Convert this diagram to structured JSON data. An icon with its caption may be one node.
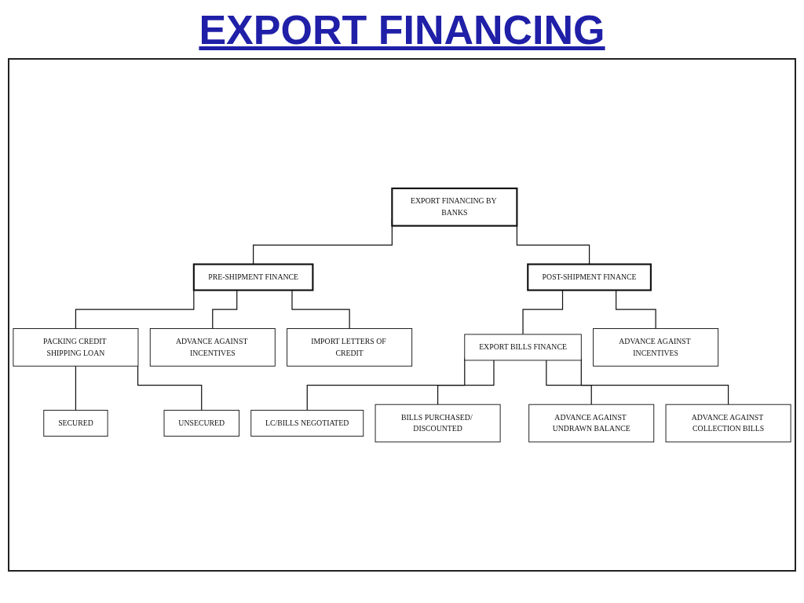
{
  "diagram": {
    "title": "EXPORT FINANCING",
    "nodes": [
      {
        "text": [
          "EXPORT FINANCING BY BANKS"
        ]
      },
      {
        "text": [
          "PRE-SHIPMENT FINANCE"
        ]
      },
      {
        "text": [
          "POST-SHIPMENT FINANCE"
        ]
      },
      {
        "text": [
          "PACKING CREDIT SHIPPING LOAN"
        ]
      },
      {
        "text": [
          "ADVANCE AGAINST INCENTIVES"
        ]
      },
      {
        "text": [
          "IMPORT LETTERS OF CREDIT"
        ]
      },
      {
        "text": [
          "SECURED"
        ]
      },
      {
        "text": [
          "UNSECURED"
        ]
      },
      {
        "text": [
          "EXPORT BILLS FINANCE"
        ]
      },
      {
        "text": [
          "ADVANCE AGAINST INCENTIVES"
        ]
      },
      {
        "text": [
          "LC/BILLS NEGOTIATED"
        ]
      },
      {
        "text": [
          "BILLS PURCHASED/ DISCOUNTED"
        ]
      },
      {
        "text": [
          "ADVANCE AGAINST UNDRAWN BALANCE"
        ]
      },
      {
        "text": [
          "ADVANCE AGAINST COLLECTION BILLS"
        ]
      }
    ],
    "edges": [
      {
        "from": 0,
        "to": 1,
        "arrow": "none"
      },
      {
        "from": 0,
        "to": 2,
        "arrow": "none"
      },
      {
        "from": 1,
        "to": 3,
        "arrow": "none"
      },
      {
        "from": 1,
        "to": 4,
        "arrow": "none"
      },
      {
        "from": 1,
        "to": 5,
        "arrow": "none"
      },
      {
        "from": 3,
        "to": 6,
        "arrow": "none"
      },
      {
        "from": 3,
        "to": 7,
        "arrow": "none"
      },
      {
        "from": 2,
        "to": 8,
        "arrow": "none"
      },
      {
        "from": 2,
        "to": 9,
        "arrow": "none"
      },
      {
        "from": 8,
        "to": 10,
        "arrow": "none"
      },
      {
        "from": 8,
        "to": 11,
        "arrow": "none"
      },
      {
        "from": 8,
        "to": 12,
        "arrow": "none"
      },
      {
        "from": 8,
        "to": 13,
        "arrow": "none"
      }
    ]
  }
}
